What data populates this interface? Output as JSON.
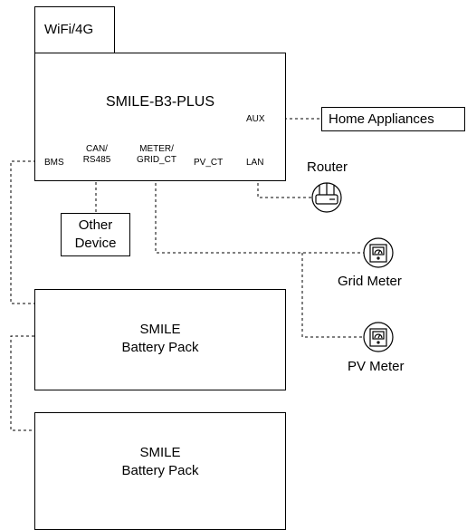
{
  "wifi_module": {
    "label": "WiFi/4G"
  },
  "inverter": {
    "name": "SMILE-B3-PLUS",
    "ports": {
      "aux": "AUX",
      "bms": "BMS",
      "can_line1": "CAN/",
      "can_line2": "RS485",
      "meter_line1": "METER/",
      "meter_line2": "GRID_CT",
      "pv_ct": "PV_CT",
      "lan": "LAN"
    }
  },
  "home_appliances": {
    "label": "Home Appliances"
  },
  "router": {
    "label": "Router",
    "icon": "router-icon"
  },
  "other_device": {
    "line1": "Other",
    "line2": "Device"
  },
  "grid_meter": {
    "label": "Grid Meter",
    "icon": "meter-icon"
  },
  "pv_meter": {
    "label": "PV Meter",
    "icon": "meter-icon"
  },
  "battery_packs": [
    {
      "line1": "SMILE",
      "line2": "Battery Pack"
    },
    {
      "line1": "SMILE",
      "line2": "Battery Pack"
    }
  ]
}
